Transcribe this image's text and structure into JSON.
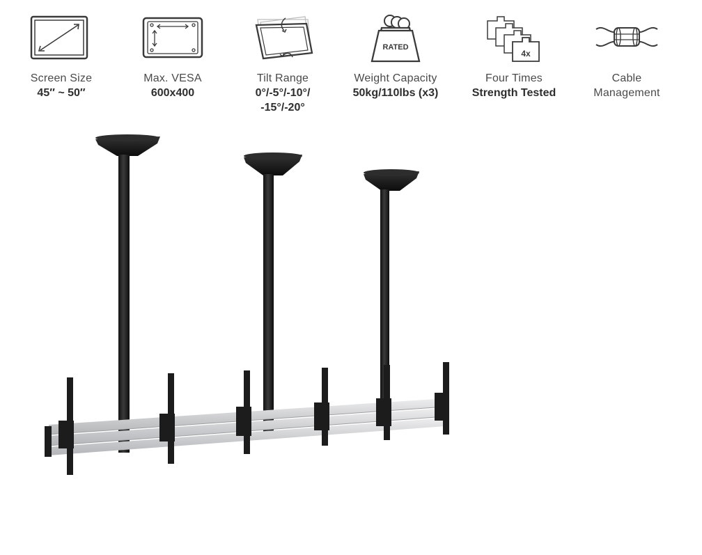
{
  "features": [
    {
      "icon": "screen-size-icon",
      "label": "Screen Size",
      "values": [
        "45″ ~ 50″"
      ]
    },
    {
      "icon": "vesa-icon",
      "label": "Max. VESA",
      "values": [
        "600x400"
      ]
    },
    {
      "icon": "tilt-icon",
      "label": "Tilt Range",
      "values": [
        "0°/-5°/-10°/",
        "-15°/-20°"
      ]
    },
    {
      "icon": "weight-icon",
      "icon_text": "RATED",
      "label": "Weight Capacity",
      "values": [
        "50kg/110lbs (x3)"
      ]
    },
    {
      "icon": "strength-icon",
      "icon_text": "4x",
      "label": "Four Times",
      "values": [
        "Strength Tested"
      ]
    },
    {
      "icon": "cable-icon",
      "label": "Cable",
      "values": [],
      "label2": "Management"
    }
  ],
  "colors": {
    "icon_stroke": "#3a3a3a",
    "mount_black": "#1e1e1e",
    "rail_silver": "#d9dadc"
  }
}
